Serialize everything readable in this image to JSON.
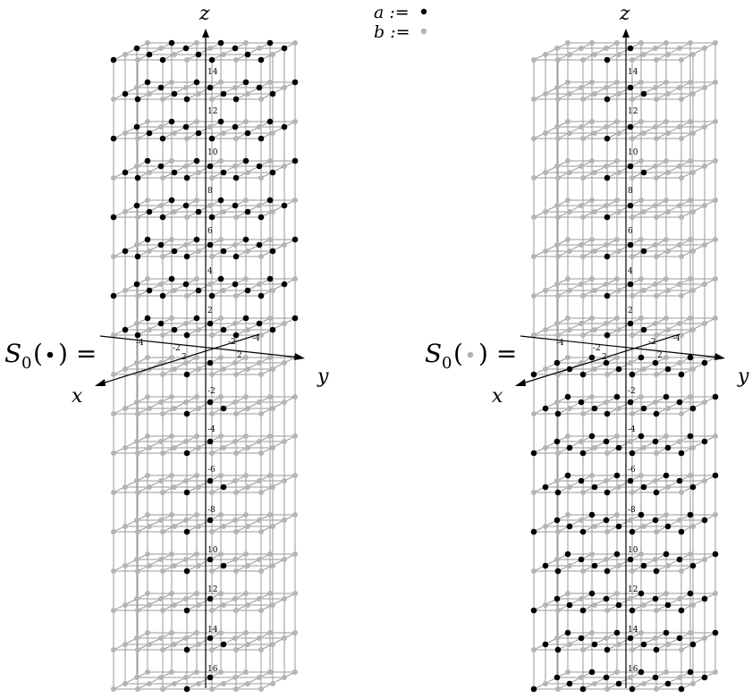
{
  "legend": {
    "a_text": "a :=",
    "b_text": "b :="
  },
  "colors": {
    "a": "#000000",
    "b": "#b4b4b4",
    "grid": "#9a9a9a"
  },
  "panels": [
    {
      "id": "left",
      "eq_text": "S",
      "eq_sub": "0",
      "eq_open": "(",
      "eq_close": ") =",
      "dot_color": "a",
      "axis_z": "z",
      "axis_x": "x",
      "axis_y": "y",
      "z_ticks": [
        "14",
        "12",
        "10",
        "8",
        "6",
        "4",
        "2",
        "-2",
        "-4",
        "-6",
        "-8",
        "10",
        "12",
        "14",
        "16"
      ],
      "xy_ticks": [
        "-4",
        "-2",
        "2",
        "-2",
        "-4",
        "2"
      ],
      "pattern_upper": "dense",
      "pattern_lower": "sparse"
    },
    {
      "id": "right",
      "eq_text": "S",
      "eq_sub": "0",
      "eq_open": "(",
      "eq_close": ") =",
      "dot_color": "b",
      "axis_z": "z",
      "axis_x": "x",
      "axis_y": "y",
      "z_ticks": [
        "14",
        "12",
        "10",
        "8",
        "6",
        "4",
        "2",
        "-2",
        "-4",
        "-6",
        "-8",
        "10",
        "12",
        "14",
        "16"
      ],
      "xy_ticks": [
        "-4",
        "-2",
        "2",
        "-2",
        "-4",
        "2"
      ],
      "pattern_upper": "sparse",
      "pattern_lower": "dense"
    }
  ]
}
